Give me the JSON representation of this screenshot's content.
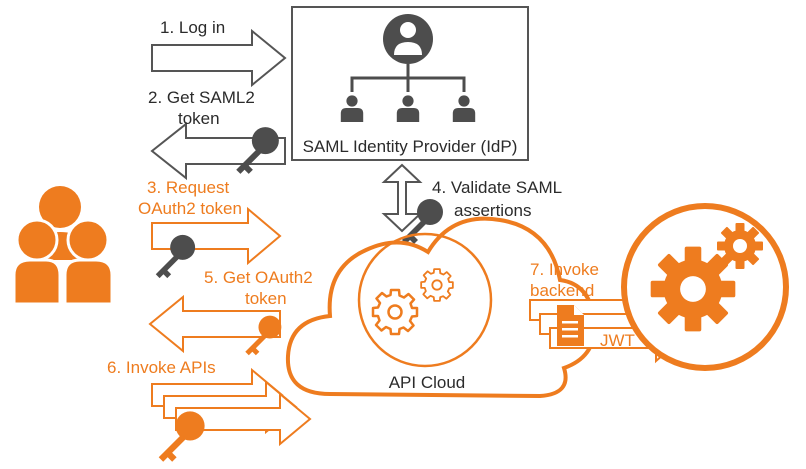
{
  "idp": {
    "name": "SAML Identity Provider (IdP)"
  },
  "cloud": {
    "name": "API Cloud"
  },
  "steps": {
    "s1": "1. Log in",
    "s2a": "2. Get SAML2",
    "s2b": "token",
    "s3a": "3. Request",
    "s3b": "OAuth2 token",
    "s4a": "4. Validate SAML",
    "s4b": "assertions",
    "s5a": "5. Get OAuth2",
    "s5b": "token",
    "s6": "6. Invoke APIs",
    "s7a": "7. Invoke",
    "s7b": "backend"
  },
  "jwt": {
    "label": "JWT"
  },
  "colors": {
    "orange": "#ee7c1f",
    "dark": "#4a4a4a"
  },
  "icons": [
    "user-group-icon",
    "org-chart-icon",
    "key-icon",
    "gear-icon",
    "document-icon",
    "arrow-icon"
  ]
}
